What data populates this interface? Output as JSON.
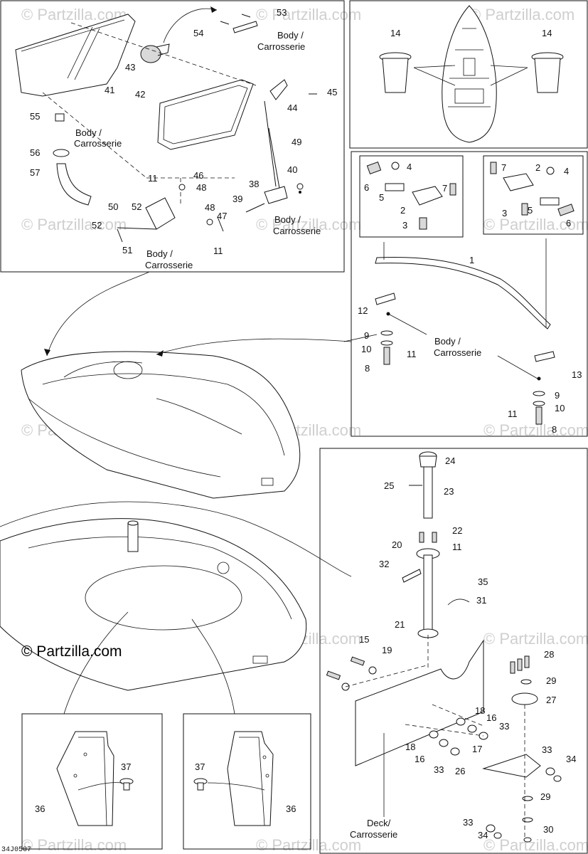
{
  "watermark": "© Partzilla.com",
  "copyright": "© Partzilla.com",
  "diagram_code": "34J0507",
  "body_label": [
    "Body /",
    "Carrosserie"
  ],
  "deck_label": [
    "Deck/",
    "Carrosserie"
  ],
  "callouts": {
    "c1": "1",
    "c2a": "2",
    "c2b": "2",
    "c3a": "3",
    "c3b": "3",
    "c4a": "4",
    "c4b": "4",
    "c5a": "5",
    "c5b": "5",
    "c6a": "6",
    "c6b": "6",
    "c7a": "7",
    "c7b": "7",
    "c8a": "8",
    "c8b": "8",
    "c9a": "9",
    "c9b": "9",
    "c10a": "10",
    "c10b": "10",
    "c11a": "11",
    "c11b": "11",
    "c11c": "11",
    "c11d": "11",
    "c11e": "11",
    "c12": "12",
    "c13": "13",
    "c14a": "14",
    "c14b": "14",
    "c15": "15",
    "c16a": "16",
    "c16b": "16",
    "c17": "17",
    "c18a": "18",
    "c18b": "18",
    "c19": "19",
    "c20": "20",
    "c21": "21",
    "c22": "22",
    "c23": "23",
    "c24": "24",
    "c25": "25",
    "c26": "26",
    "c27": "27",
    "c28": "28",
    "c29a": "29",
    "c29b": "29",
    "c30": "30",
    "c31": "31",
    "c32": "32",
    "c33a": "33",
    "c33b": "33",
    "c33c": "33",
    "c33d": "33",
    "c34a": "34",
    "c34b": "34",
    "c35": "35",
    "c36a": "36",
    "c36b": "36",
    "c37a": "37",
    "c37b": "37",
    "c38": "38",
    "c39": "39",
    "c40": "40",
    "c41": "41",
    "c42": "42",
    "c43": "43",
    "c44": "44",
    "c45": "45",
    "c46": "46",
    "c47": "47",
    "c48a": "48",
    "c48b": "48",
    "c49": "49",
    "c50": "50",
    "c51": "51",
    "c52a": "52",
    "c52b": "52",
    "c53": "53",
    "c54": "54",
    "c55": "55",
    "c56": "56",
    "c57": "57"
  }
}
